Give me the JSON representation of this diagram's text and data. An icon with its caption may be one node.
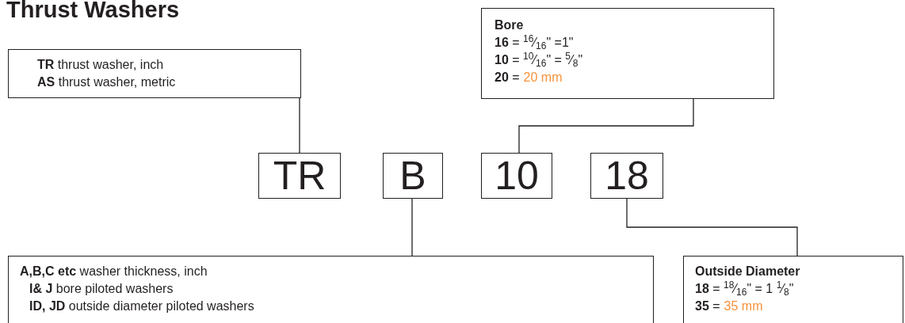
{
  "diagram": {
    "title": "Thrust Washers",
    "nodes": [
      {
        "text": [
          "**TR** thrust washer, inch",
          "**AS** thrust washer, metric"
        ]
      },
      {
        "text": [
          "Bore",
          "**16** = $^{16}$⁄$_{16}$\" =1\"",
          "**10** = $^{10}$⁄$_{16}$\" = $^{5}$⁄$_{8}$\"",
          "**20** =",
          "20 mm"
        ]
      },
      {
        "text": [
          "TR"
        ]
      },
      {
        "text": [
          "B"
        ]
      },
      {
        "text": [
          "10"
        ]
      },
      {
        "text": [
          "18"
        ]
      },
      {
        "text": [
          "**A,B,C etc** washer thickness, inch",
          "**I& J** bore piloted washers",
          "**ID, JD** outside diameter piloted washers"
        ]
      },
      {
        "text": [
          "Outside Diameter",
          "**18** = $^{18}$⁄$_{16}$\" = 1 $^{1}$⁄$_{8}$\"",
          "**35** =",
          "35 mm"
        ]
      }
    ],
    "edges": [
      {
        "from": 0,
        "to": 2,
        "arrow": "none"
      },
      {
        "from": 1,
        "to": 4,
        "arrow": "none"
      },
      {
        "from": 3,
        "to": 6,
        "arrow": "none"
      },
      {
        "from": 5,
        "to": 7,
        "arrow": "none"
      }
    ]
  }
}
